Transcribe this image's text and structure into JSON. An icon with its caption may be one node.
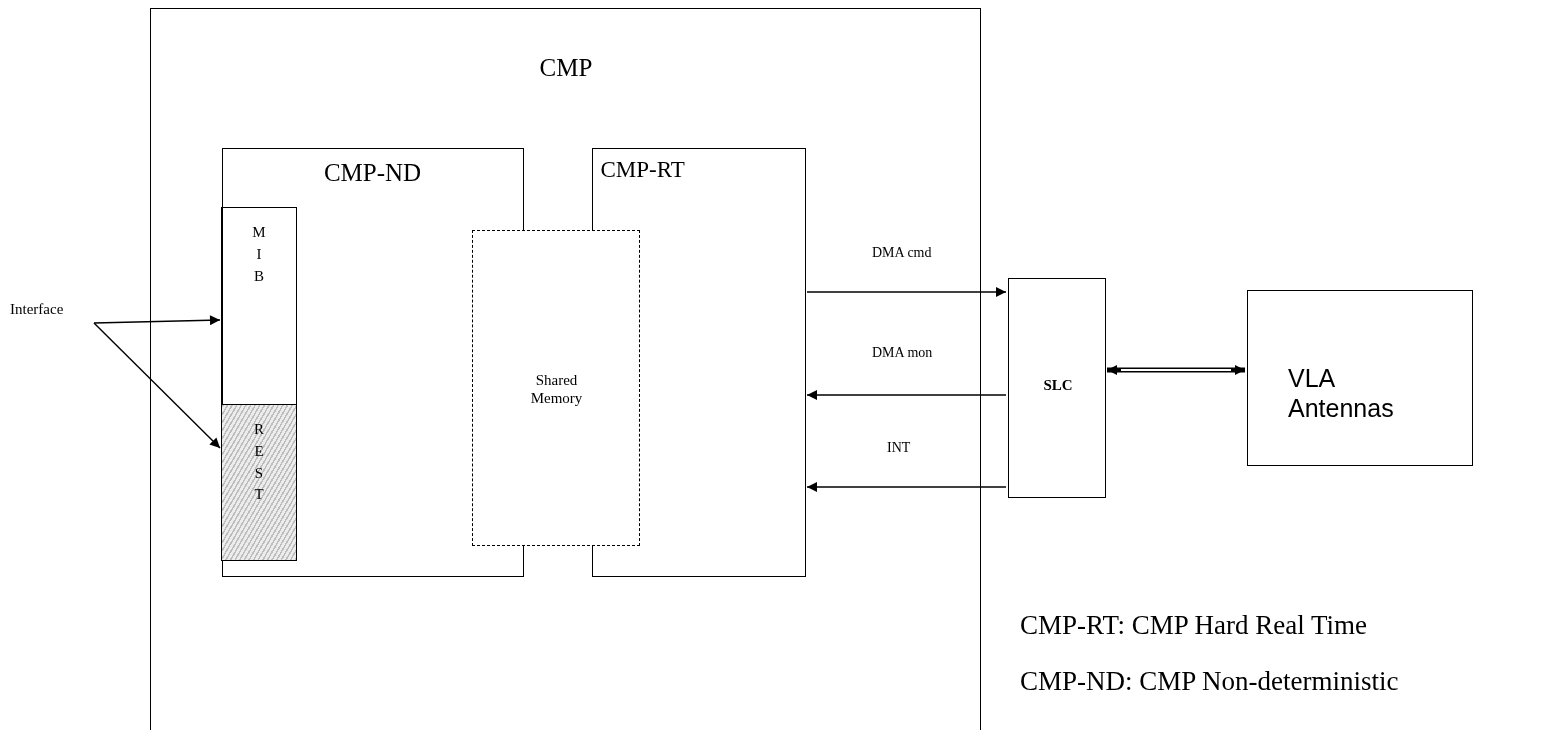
{
  "diagram": {
    "nodes": [
      {
        "text": [
          "CMP"
        ]
      },
      {
        "text": [
          "CMP-ND"
        ],
        "in": 0
      },
      {
        "text": [
          "MIB"
        ],
        "in": 1
      },
      {
        "text": [
          "REST"
        ],
        "in": 1
      },
      {
        "text": [
          "Shared Memory"
        ],
        "in": 0
      },
      {
        "text": [
          "CMP-RT"
        ],
        "in": 0
      },
      {
        "text": [
          "Interface"
        ]
      },
      {
        "text": [
          "SLC"
        ]
      },
      {
        "text": [
          "VLA Antennas"
        ]
      }
    ],
    "edges": [
      {
        "from": 6,
        "to": 2,
        "arrow": "to"
      },
      {
        "from": 6,
        "to": 3,
        "arrow": "to"
      },
      {
        "from": 5,
        "to": 7,
        "arrow": "to",
        "label": "DMA cmd"
      },
      {
        "from": 7,
        "to": 5,
        "arrow": "to",
        "label": "DMA mon"
      },
      {
        "from": 7,
        "to": 5,
        "arrow": "to",
        "label": "INT"
      },
      {
        "from": 7,
        "to": 8,
        "arrow": "both",
        "style": "thick"
      }
    ],
    "labels": [
      "CMP-RT: CMP Hard Real Time",
      "CMP-ND: CMP Non-deterministic"
    ]
  }
}
